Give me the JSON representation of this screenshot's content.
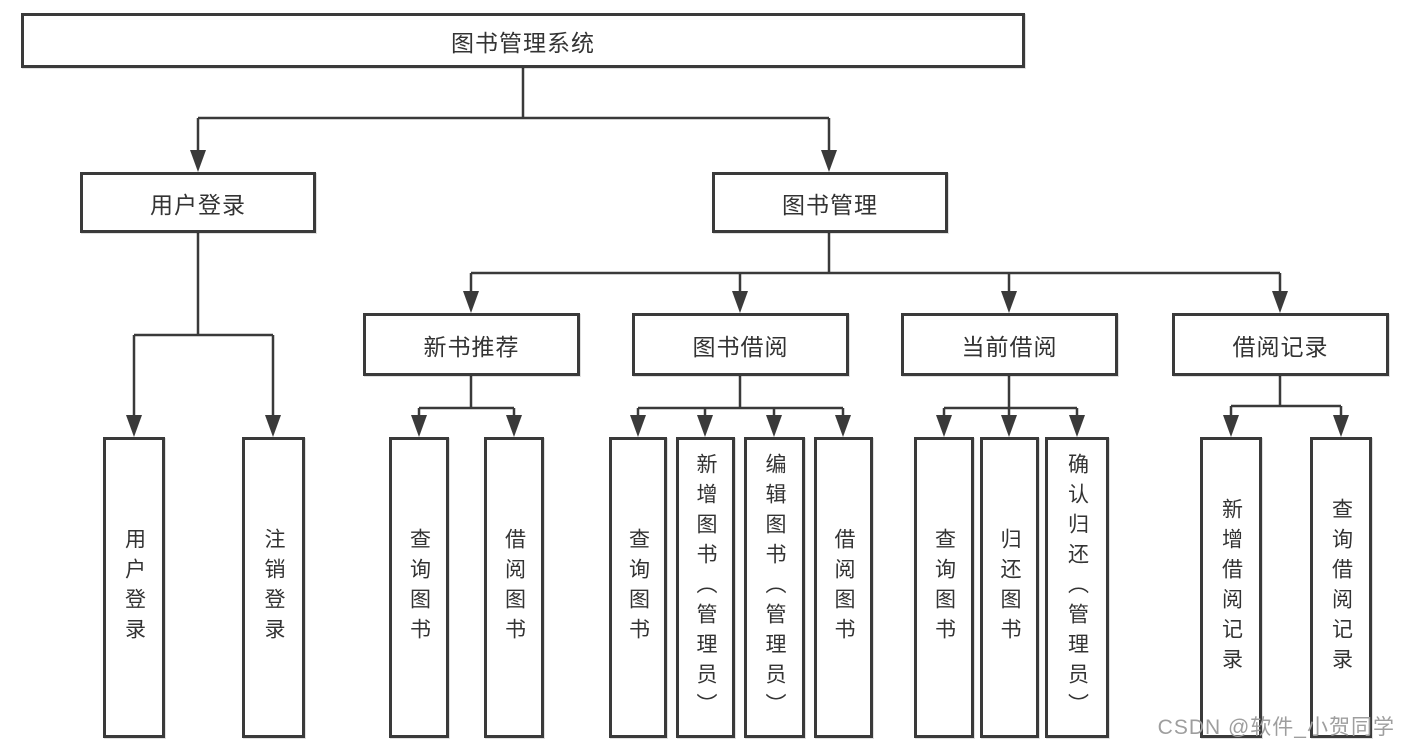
{
  "diagram": {
    "root": {
      "label": "图书管理系统"
    },
    "level1": [
      {
        "label": "用户登录"
      },
      {
        "label": "图书管理"
      }
    ],
    "level2": [
      {
        "label": "新书推荐"
      },
      {
        "label": "图书借阅"
      },
      {
        "label": "当前借阅"
      },
      {
        "label": "借阅记录"
      }
    ],
    "leaves": [
      {
        "label": "用户登录"
      },
      {
        "label": "注销登录"
      },
      {
        "label": "查询图书"
      },
      {
        "label": "借阅图书"
      },
      {
        "label": "查询图书"
      },
      {
        "label": "新增图书（管理员）"
      },
      {
        "label": "编辑图书（管理员）"
      },
      {
        "label": "借阅图书"
      },
      {
        "label": "查询图书"
      },
      {
        "label": "归还图书"
      },
      {
        "label": "确认归还（管理员）"
      },
      {
        "label": "新增借阅记录"
      },
      {
        "label": "查询借阅记录"
      }
    ],
    "watermark": "CSDN @软件_小贺同学",
    "colors": {
      "line": "#3a3a3a",
      "text": "#333333",
      "watermark": "#9e9e9e",
      "background": "#ffffff"
    }
  }
}
